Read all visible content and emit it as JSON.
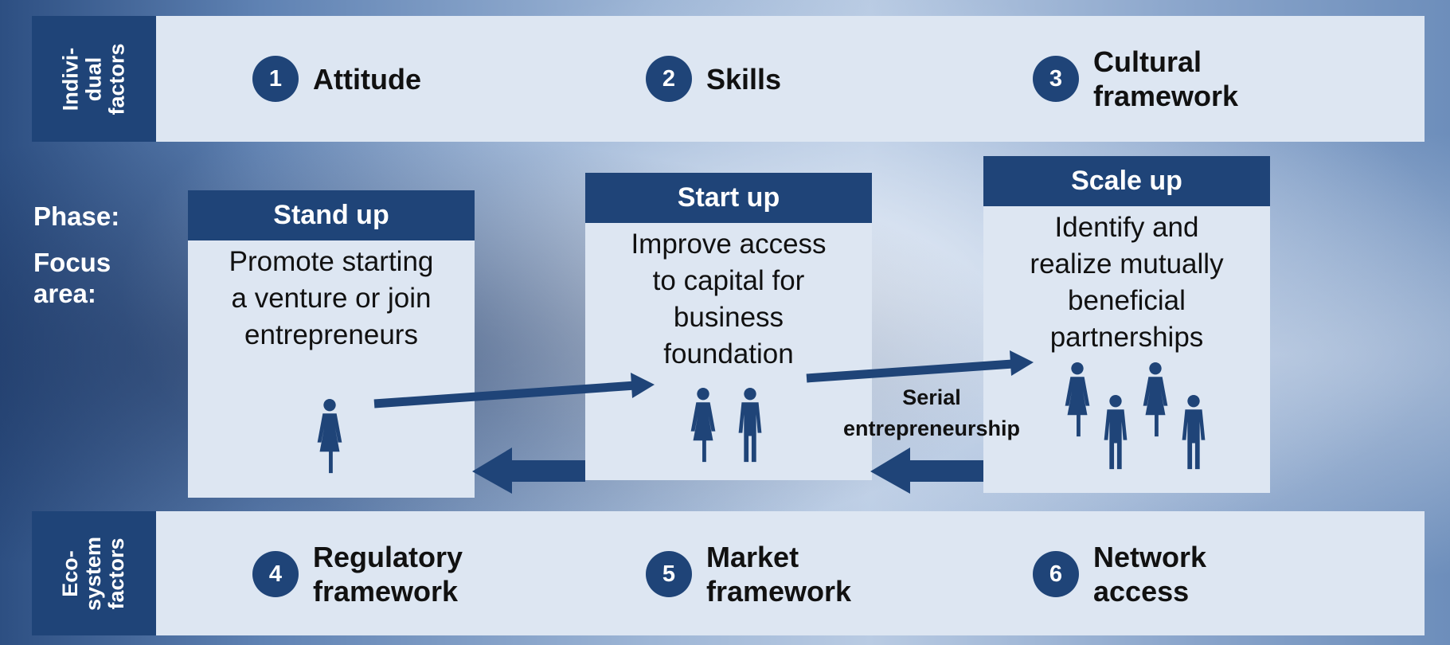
{
  "individual_factors": {
    "label": "Indivi-\ndual\nfactors",
    "items": [
      {
        "number": "1",
        "label": "Attitude"
      },
      {
        "number": "2",
        "label": "Skills"
      },
      {
        "number": "3",
        "label": "Cultural\nframework"
      }
    ]
  },
  "ecosystem_factors": {
    "label": "Eco-\nsystem\nfactors",
    "items": [
      {
        "number": "4",
        "label": "Regulatory\nframework"
      },
      {
        "number": "5",
        "label": "Market\nframework"
      },
      {
        "number": "6",
        "label": "Network\naccess"
      }
    ]
  },
  "row_labels": {
    "phase": "Phase:",
    "focus_area": "Focus\narea:"
  },
  "phases": [
    {
      "title": "Stand up",
      "description": "Promote starting\na venture or join\nentrepreneurs",
      "people": 1
    },
    {
      "title": "Start up",
      "description": "Improve access\nto capital for\nbusiness\nfoundation",
      "people": 2
    },
    {
      "title": "Scale up",
      "description": "Identify and\nrealize mutually\nbeneficial\npartnerships",
      "people": 4
    }
  ],
  "serial_label": "Serial\nentrepreneurship",
  "colors": {
    "dark_blue": "#1f4478",
    "light_panel": "#dde6f2",
    "text": "#111111"
  }
}
